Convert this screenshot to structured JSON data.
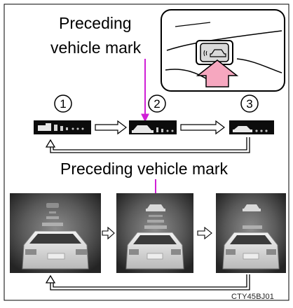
{
  "callouts": {
    "top_line1": "Preceding",
    "top_line2": "vehicle mark",
    "middle": "Preceding vehicle mark"
  },
  "steps": [
    {
      "number": "1",
      "state": "no preceding vehicle, distance bars shown"
    },
    {
      "number": "2",
      "state": "preceding vehicle mark, distance bars shown"
    },
    {
      "number": "3",
      "state": "preceding vehicle mark, distance bars shown"
    }
  ],
  "figure_code": "CTY45BJ01",
  "colors": {
    "accent": "#d01fd6",
    "callout_fill": "#f6a7bf",
    "panel_dark": "#0c0c0c"
  },
  "icons": {
    "switch_button": "distance-switch-icon",
    "arrow_right": "hollow-arrow-right-icon",
    "loop_arrow": "return-loop-arrow-icon"
  }
}
